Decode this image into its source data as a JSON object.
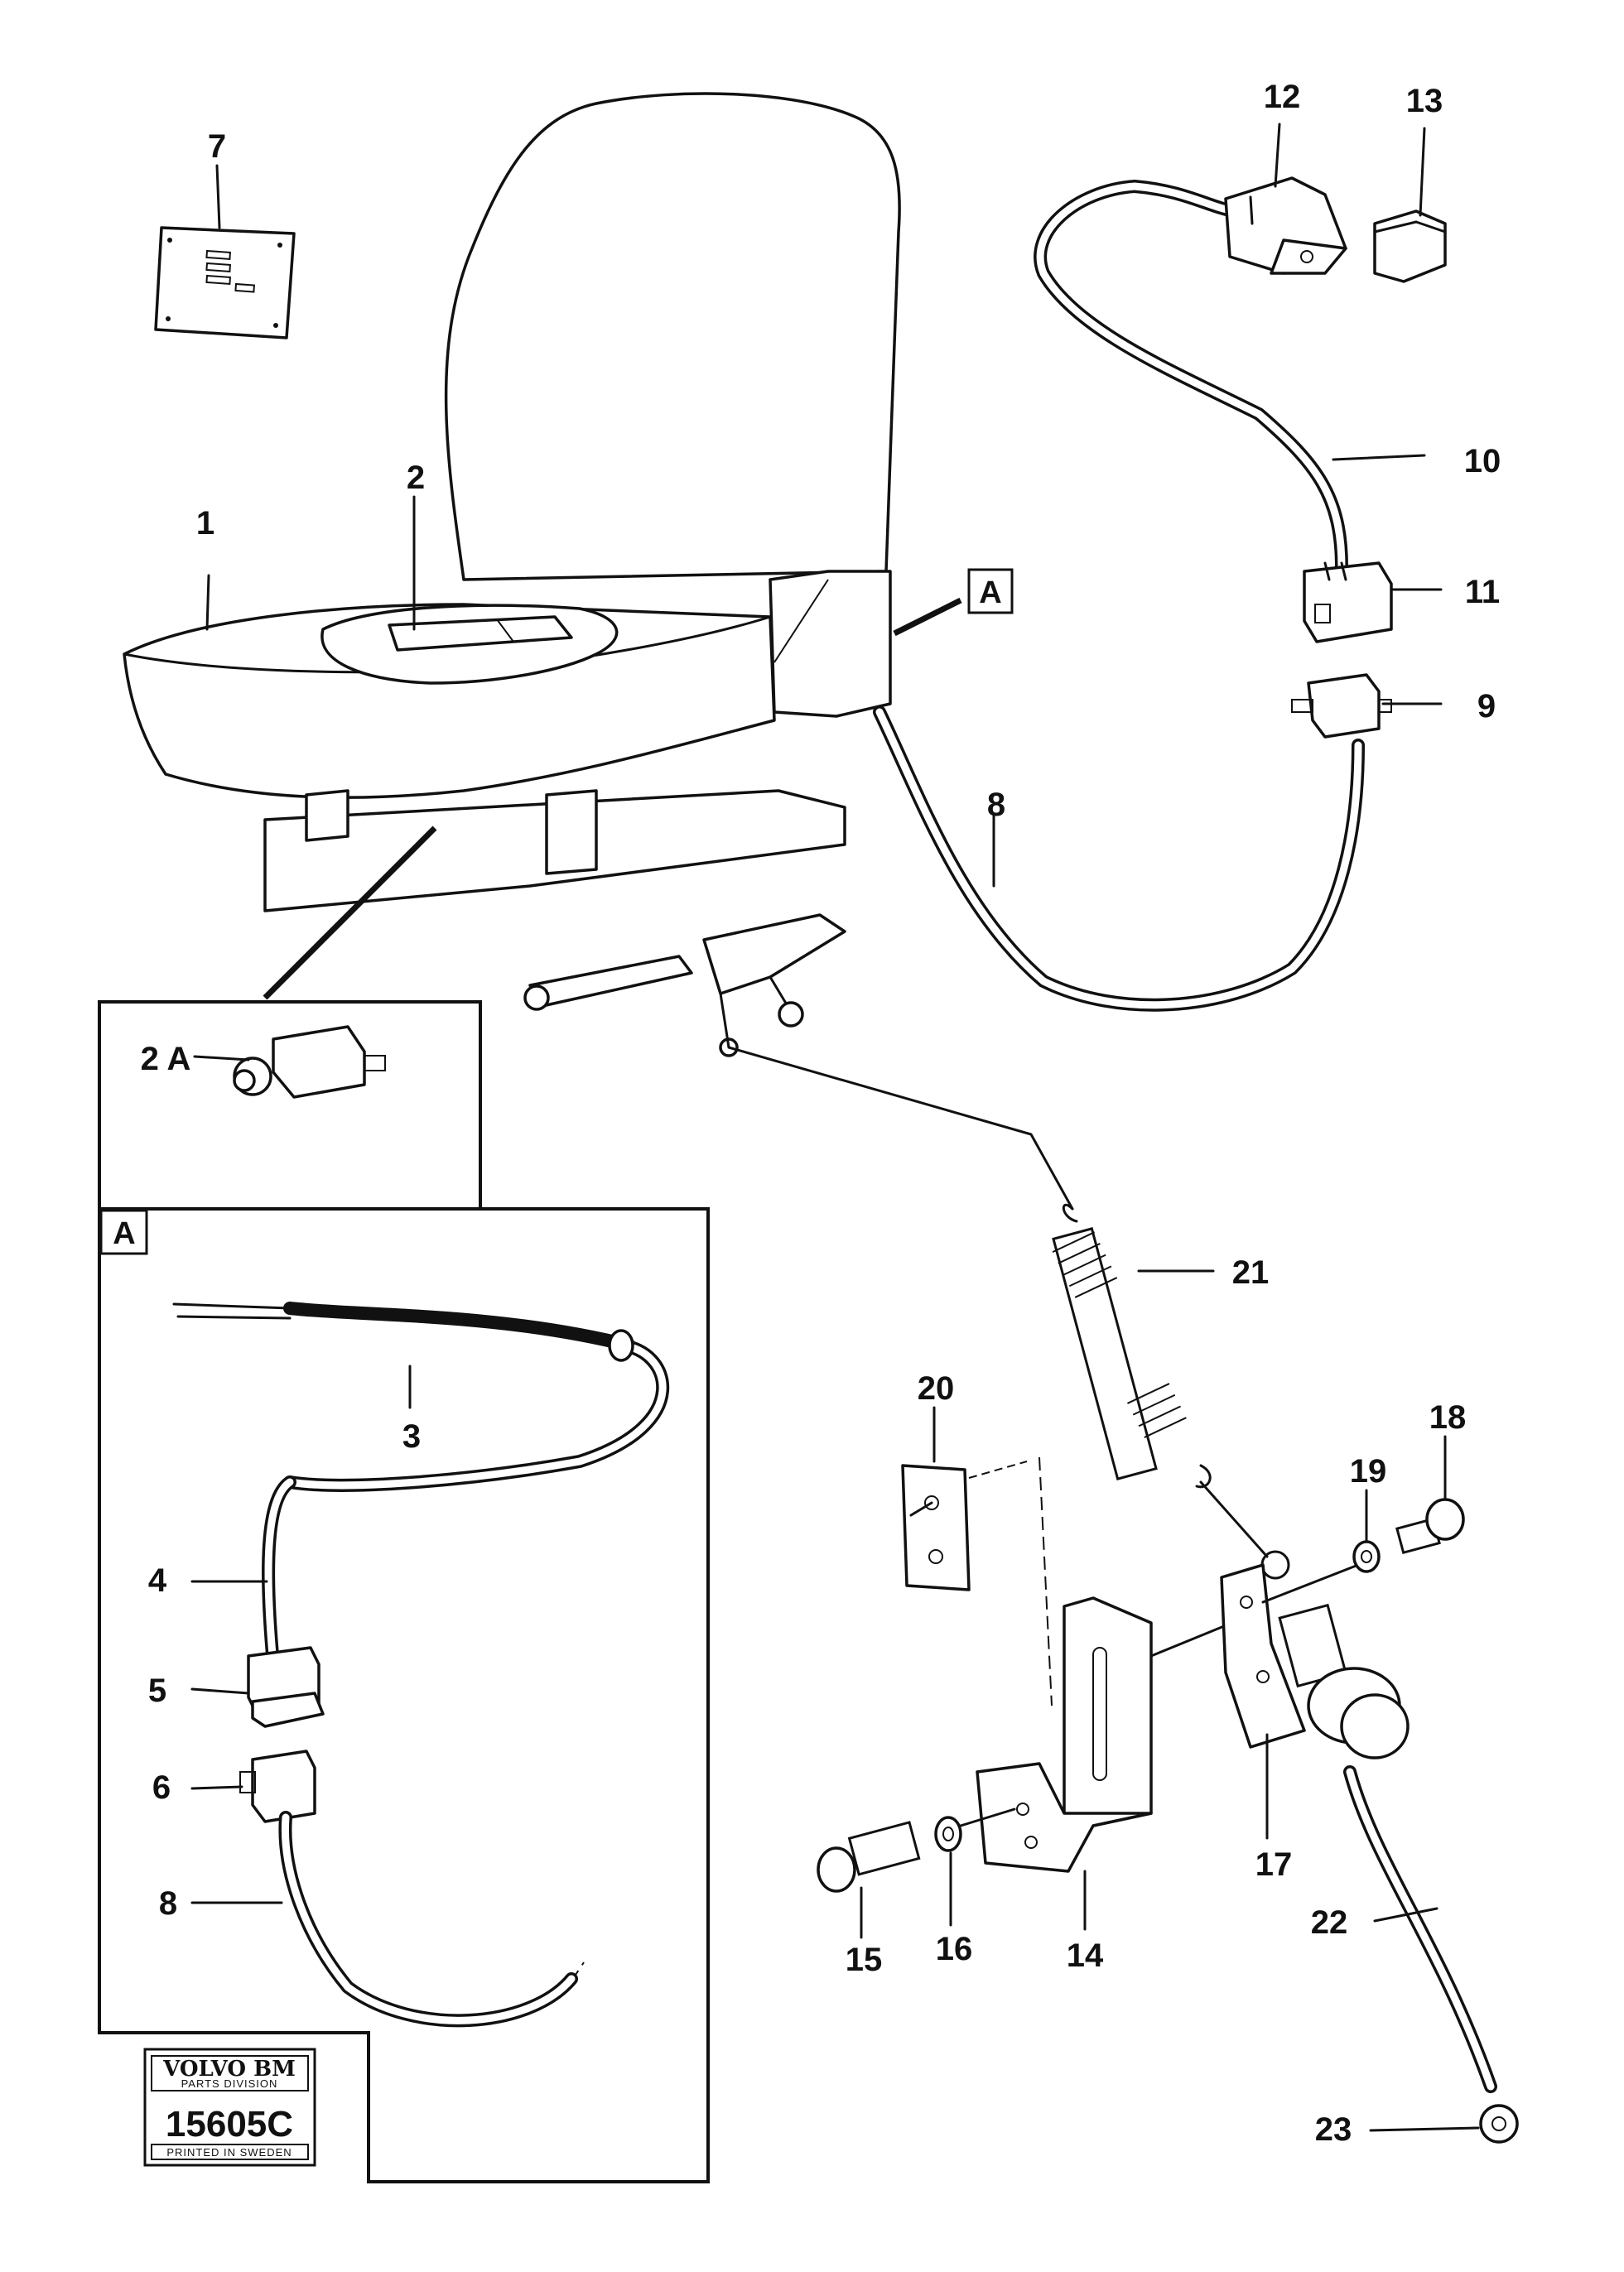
{
  "callouts": {
    "c1": "1",
    "c2": "2",
    "c2a": "2 A",
    "c3": "3",
    "c4": "4",
    "c5": "5",
    "c6": "6",
    "c7": "7",
    "c8_main": "8",
    "c8_detail": "8",
    "c9": "9",
    "c10": "10",
    "c11": "11",
    "c12": "12",
    "c13": "13",
    "c14": "14",
    "c15": "15",
    "c16": "16",
    "c17": "17",
    "c18": "18",
    "c19": "19",
    "c20": "20",
    "c21": "21",
    "c22": "22",
    "c23": "23"
  },
  "view_markers": {
    "ref_a": "A",
    "detail_a": "A"
  },
  "stamp": {
    "brand": "VOLVO BM",
    "division": "PARTS DIVISION",
    "number": "15605C",
    "printed": "PRINTED IN SWEDEN"
  },
  "icons": [
    "seat-icon",
    "switch-icon",
    "connector-icon",
    "spring-icon",
    "bracket-icon",
    "bolt-icon",
    "washer-icon",
    "cable-icon"
  ]
}
